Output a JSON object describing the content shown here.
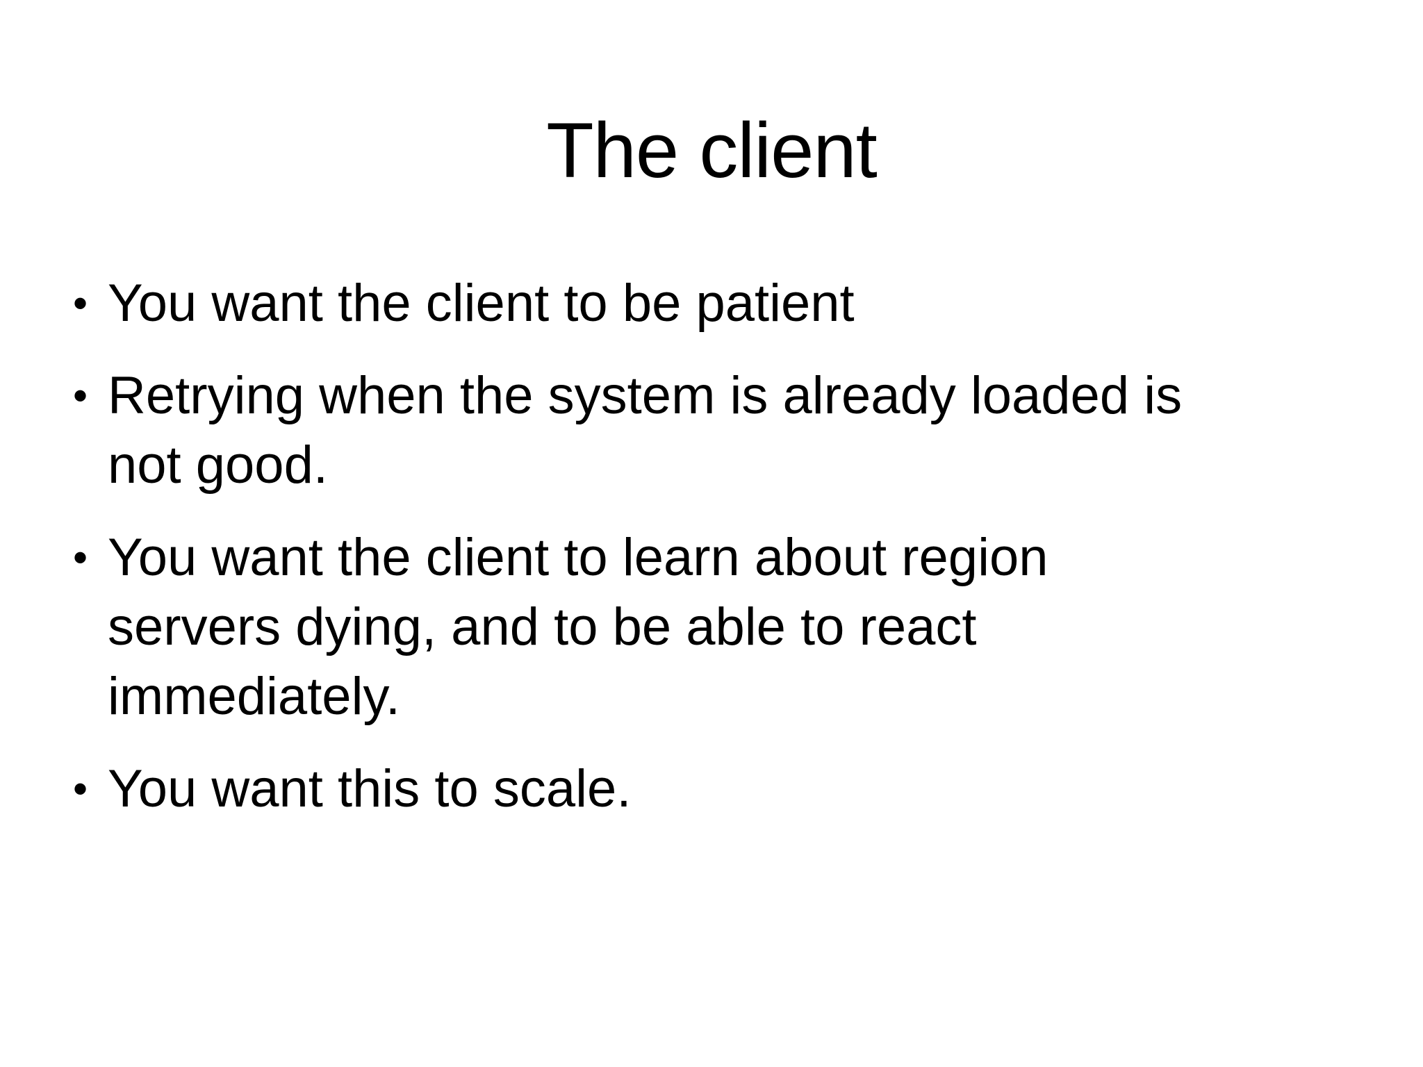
{
  "slide": {
    "title": "The client",
    "bullet_char": "•",
    "bullets": [
      "You want the client to be patient",
      "Retrying when the system is already loaded is\nnot good.",
      "You want the client to learn about region\nservers dying, and to be able to react\nimmediately.",
      "You want this to scale."
    ],
    "colors": {
      "background": "#ffffff",
      "text": "#000000"
    }
  }
}
